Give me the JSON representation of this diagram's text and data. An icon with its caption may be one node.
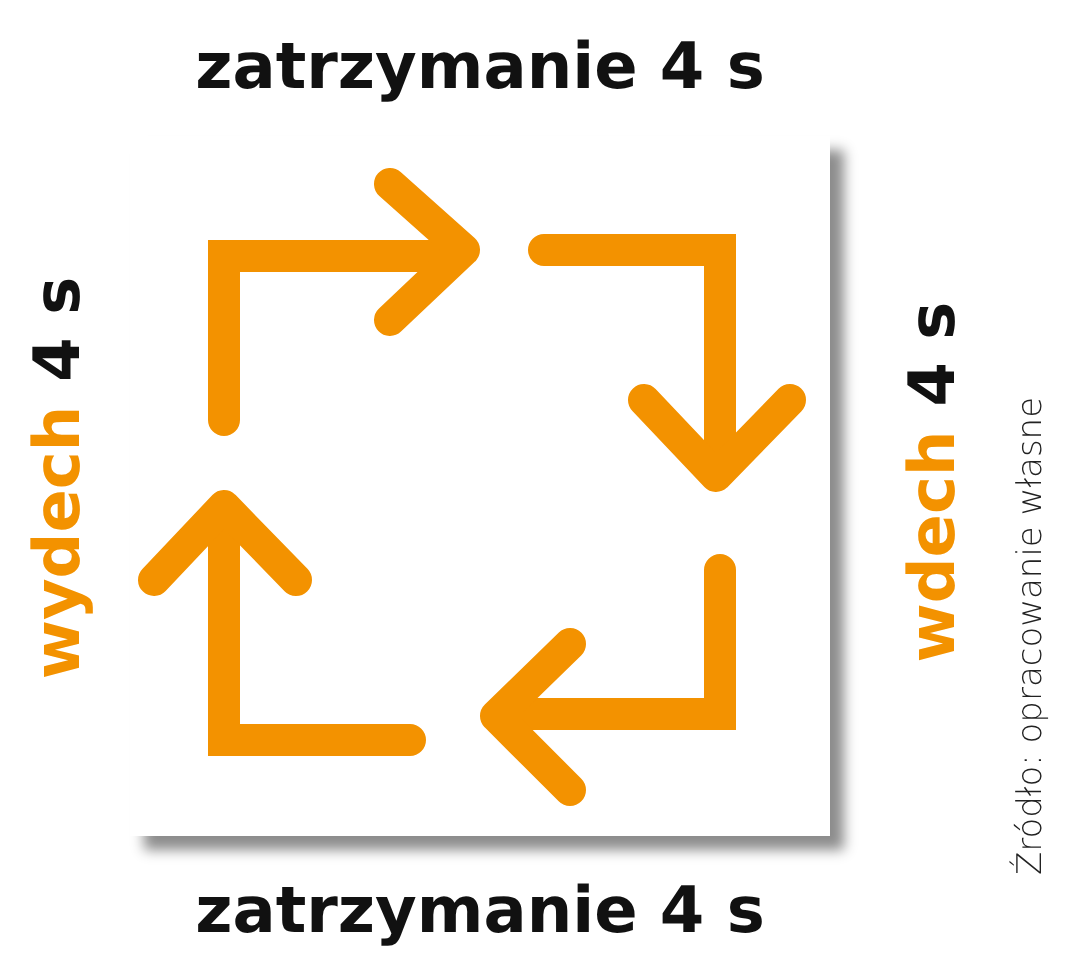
{
  "diagram": {
    "labels": [
      "zatrzymanie 4 s",
      "wydech",
      "4 s",
      "wdech",
      "4 s",
      "zatrzymanie 4 s",
      "Źródło: opracowanie własne"
    ]
  }
}
